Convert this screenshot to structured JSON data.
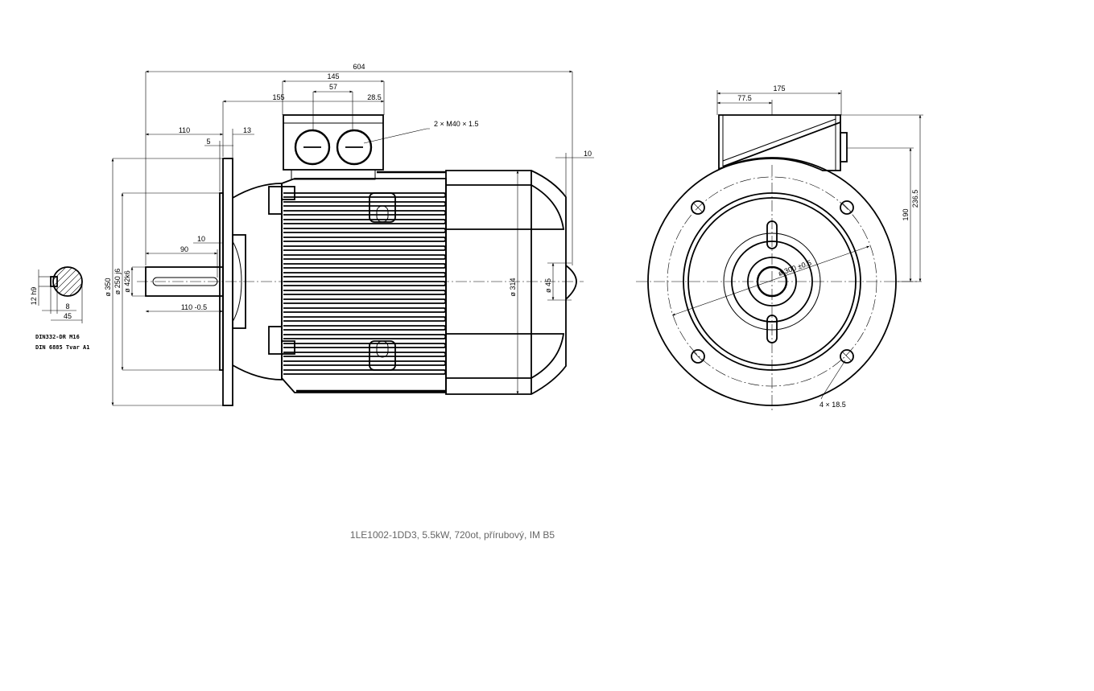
{
  "caption": "1LE1002-1DD3, 5.5kW, 720ot, přírubový, IM B5",
  "side_view": {
    "dims": {
      "overall_length": "604",
      "terminal_box_width": "145",
      "terminal_center": "57",
      "box_to_flange": "155",
      "box_offset": "28.5",
      "shaft_length": "110",
      "flange_thickness": "13",
      "spigot_depth": "5",
      "rear_protrusion": "10",
      "key_length": "90",
      "key_offset": "10",
      "shaft_tolerance": "110 -0.5",
      "cable_gland": "2 × M40 × 1.5",
      "flange_dia": "ø 350",
      "spigot_dia": "ø 250 j6",
      "shaft_dia": "ø 42k6",
      "frame_dia": "ø 314",
      "fan_hub_dia": "ø 45"
    }
  },
  "shaft_section": {
    "dims": {
      "key_height": "12 h9",
      "key_width": "8",
      "shaft_radius": "45"
    },
    "notes": [
      "DIN332-DR M16",
      "DIN 6885 Tvar A1"
    ]
  },
  "front_view": {
    "dims": {
      "box_width": "175",
      "box_offset": "77.5",
      "centre_height": "190",
      "box_height": "236.5",
      "pcd": "ø 300 ±0.5",
      "bolt_holes": "4 × 18.5"
    }
  }
}
